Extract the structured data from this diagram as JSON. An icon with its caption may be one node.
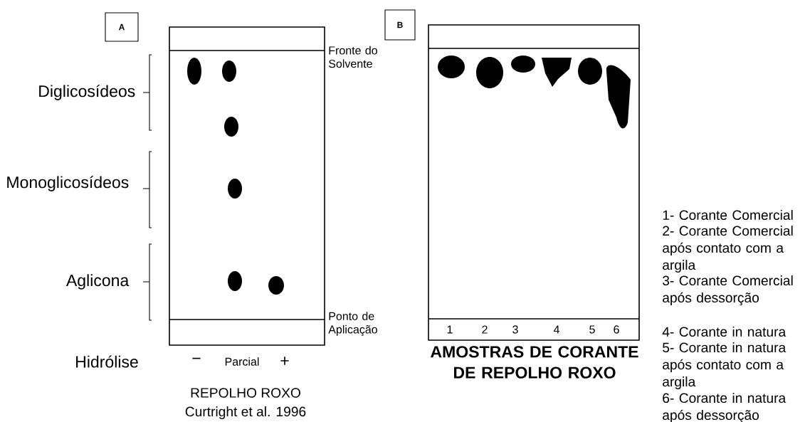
{
  "diagram": {
    "nodes": [
      {
        "text": [
          "A"
        ]
      },
      {
        "text": [
          "B"
        ]
      },
      {
        "text": [
          "1",
          "2",
          "3",
          "4",
          "5",
          "6"
        ]
      }
    ],
    "labels": [
      "Fronte do Solvente",
      "Diglicosídeos",
      "Monoglicosídeos",
      "Aglicona",
      "Ponto de Aplicação",
      "Hidrólise",
      "−",
      "Parcial",
      "+",
      "REPOLHO ROXO",
      "Curtright et al. 1996",
      "AMOSTRAS DE CORANTE DE REPOLHO ROXO",
      "1- Corante Comercial",
      "2- Corante Comercial após contato com a argila",
      "3- Corante Comercial após dessorção",
      "4- Corante in natura",
      "5- Corante in natura após contato com a argila",
      "6- Corante in natura após dessorção"
    ]
  }
}
